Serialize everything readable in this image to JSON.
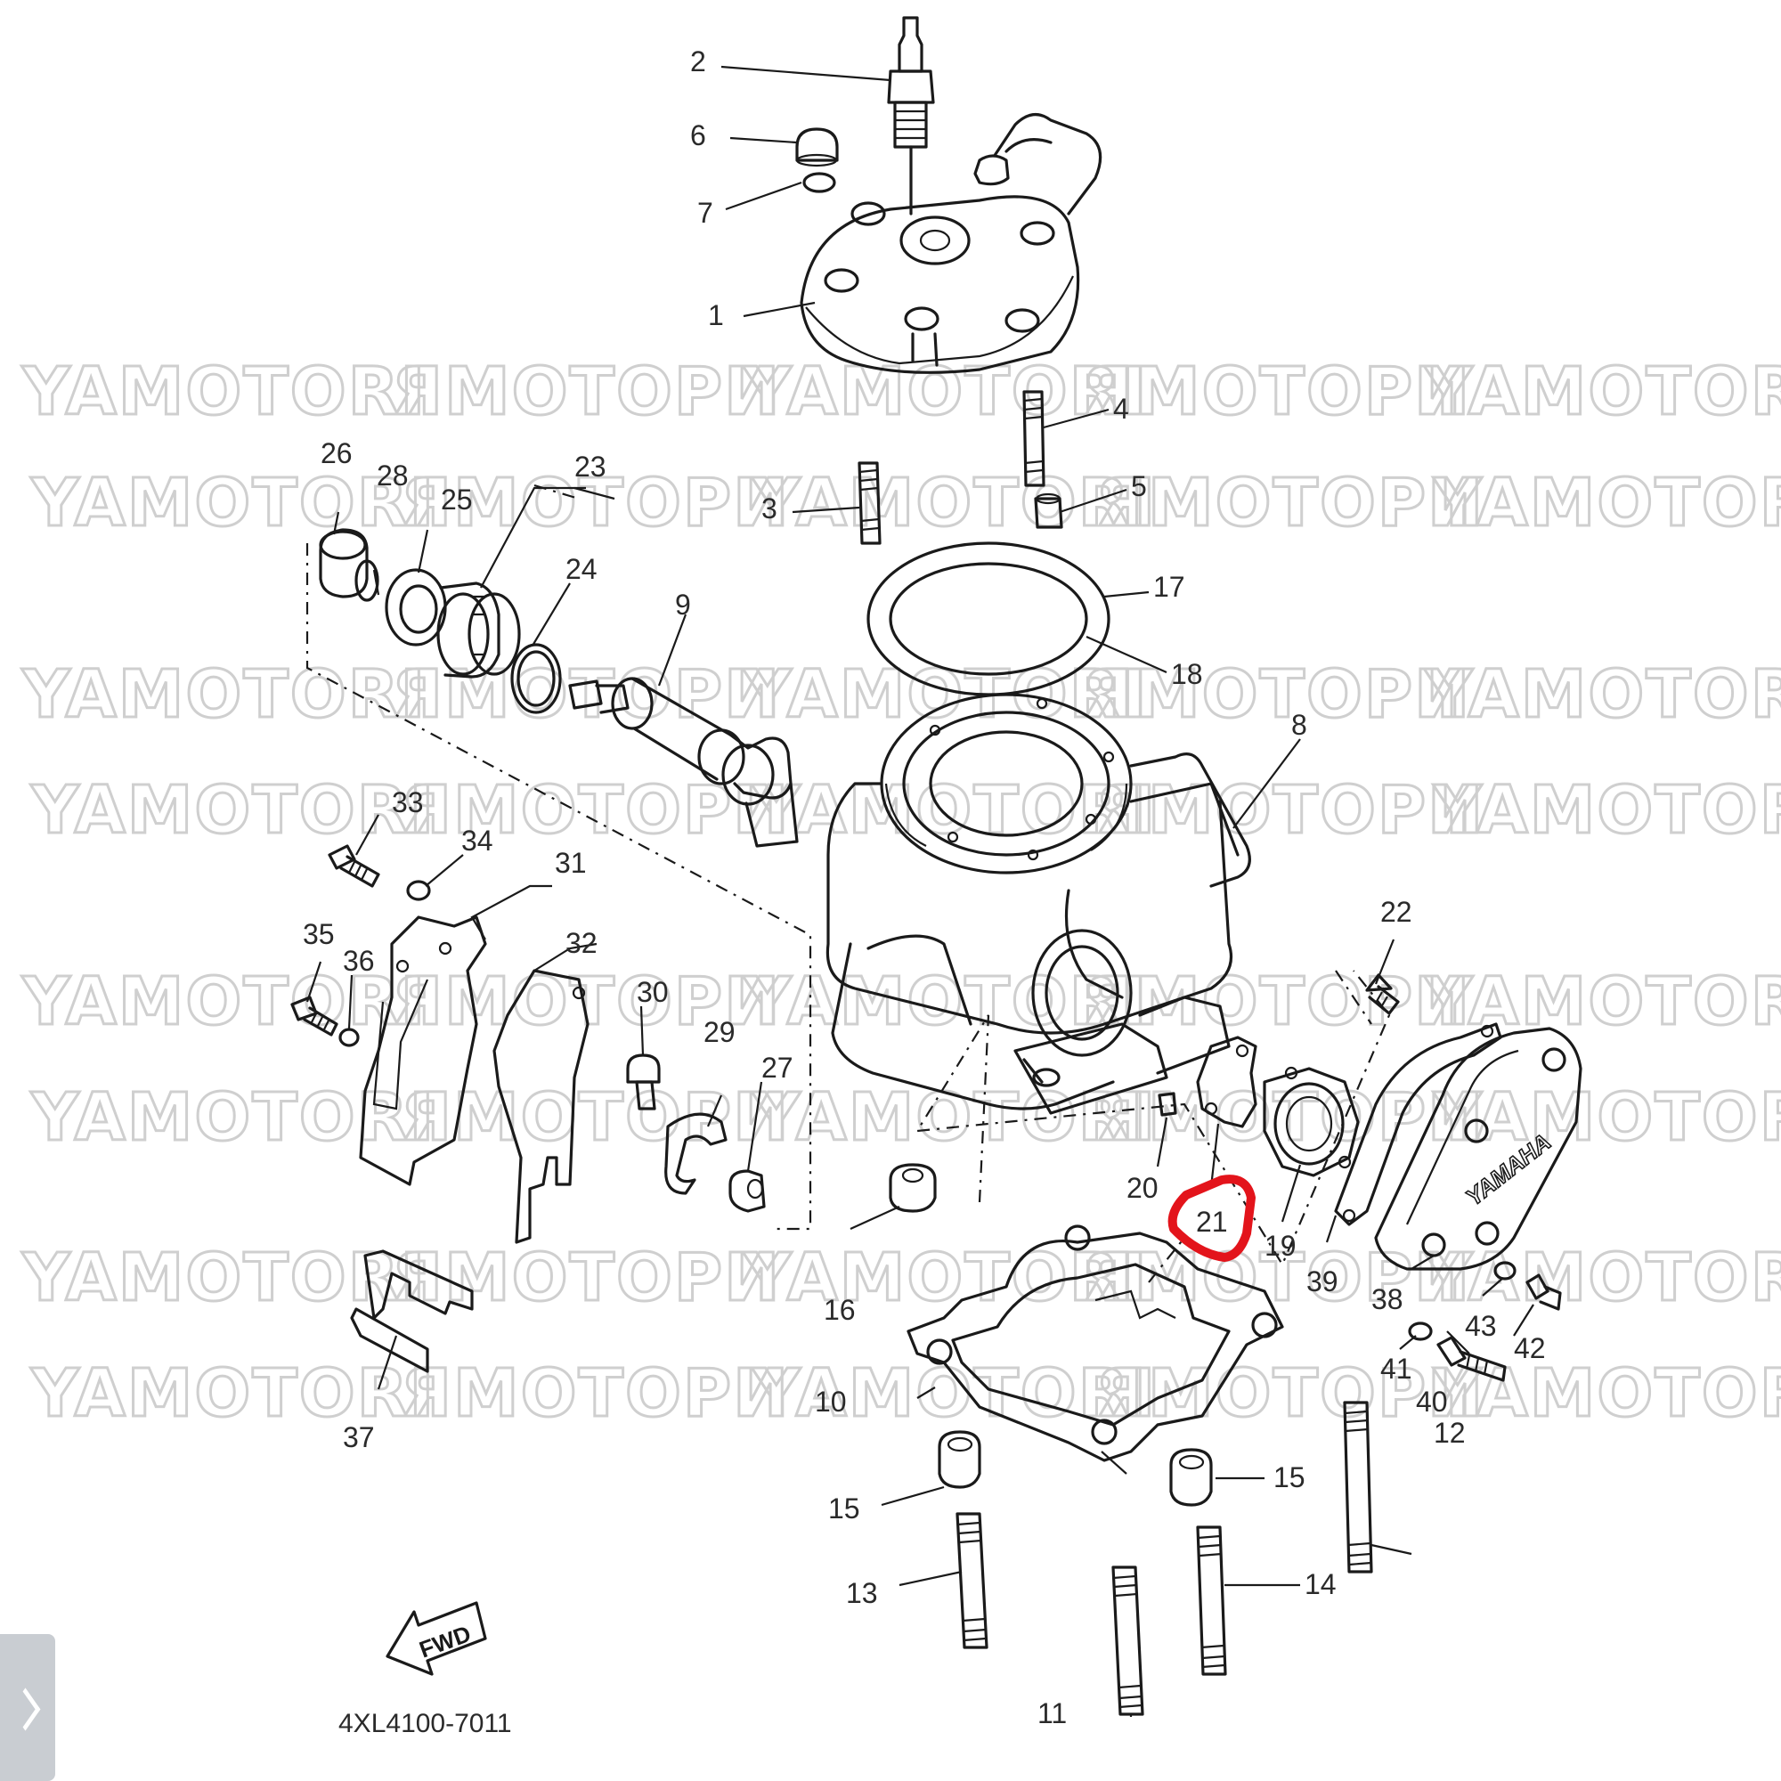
{
  "diagram": {
    "watermark": {
      "latin": "YAMOTORI",
      "cyrillic": "ЯМОТОРИ"
    },
    "callouts": [
      "1",
      "2",
      "3",
      "4",
      "5",
      "6",
      "7",
      "8",
      "9",
      "10",
      "11",
      "12",
      "13",
      "14",
      "15",
      "16",
      "17",
      "18",
      "19",
      "20",
      "21",
      "22",
      "23",
      "24",
      "25",
      "26",
      "27",
      "28",
      "29",
      "30",
      "31",
      "32",
      "33",
      "34",
      "35",
      "36",
      "37",
      "38",
      "39",
      "40",
      "41",
      "42",
      "43"
    ],
    "callout_15_second": "15",
    "highlighted_callout": "21",
    "highlight_color": "#e3141b",
    "diagram_code": "4XL4100-7011",
    "fwd_label": "FWD",
    "cover_brand": "YAMAHA"
  }
}
